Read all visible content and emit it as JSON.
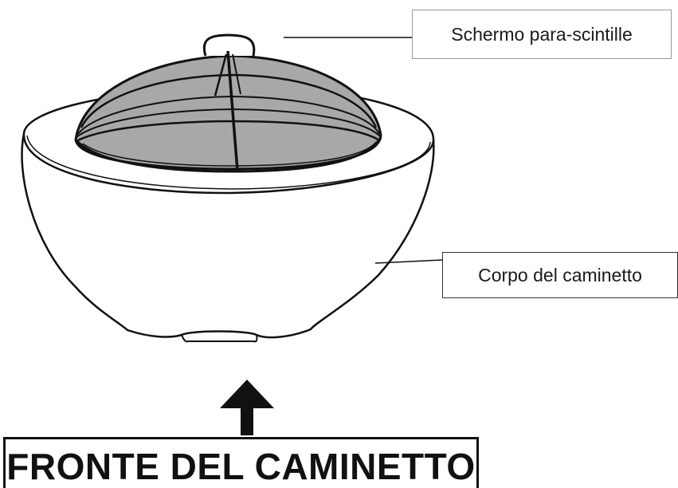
{
  "labels": {
    "spark_screen": "Schermo para-scintille",
    "fire_pit_body": "Corpo del caminetto"
  },
  "front_label": "FRONTE DEL CAMINETTO",
  "colors": {
    "outline": "#111111",
    "mesh_fill": "#a8a8a8",
    "background": "#ffffff"
  }
}
